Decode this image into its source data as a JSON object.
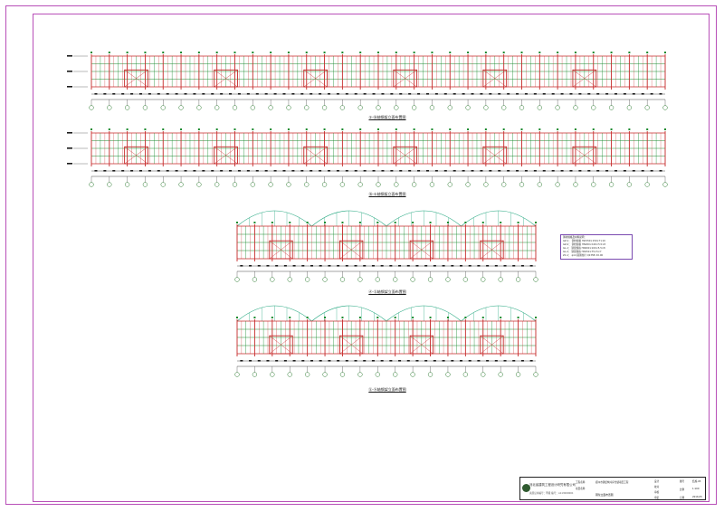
{
  "drawing": {
    "colors": {
      "frame": "#b84fb8",
      "column_line": "#c62828",
      "beam_line": "#1b8a2e",
      "tick": "#1a1a1a",
      "axis_bubble": "#2e7d32",
      "arch": "#1aa37a"
    },
    "elevations": [
      {
        "caption": "①-㊱轴钢架立面布置图",
        "kind": "long"
      },
      {
        "caption": "㊱-①轴钢架立面布置图",
        "kind": "long"
      },
      {
        "caption": "Ⓐ-Ⓢ轴钢架立面布置图",
        "kind": "short"
      },
      {
        "caption": "Ⓢ-Ⓐ轴钢架立面布置图",
        "kind": "short"
      }
    ],
    "legend": {
      "title": "钢材规格及材料说明：",
      "lines": [
        "GZ-1：  钢柱规格 HW150×150×7×10",
        "GZ-2：  钢柱规格 HN200×100×5.5×8",
        "GL-1：  钢梁规格 HN200×100×5.5×8",
        "GL-2：  钢梁规格 HN150×75×5×7",
        "ZC-1：  φ14 圆钢拉杆 Q235B     ±0.00"
      ]
    },
    "title_block": {
      "company": "河北省建筑工程设计研究有限公司",
      "company_sub": "资质证书编号：甲级    编号：A113000001",
      "project": "郑州市钢结构冷库仓储项目工程",
      "drawing_title": "钢架立面布置图",
      "labels": [
        "工程名称",
        "项目名称",
        "设计",
        "校对",
        "审核",
        "审定",
        "图号",
        "比例",
        "日期"
      ],
      "values": [
        "结施-05",
        "1:100",
        "2016.05"
      ]
    }
  }
}
